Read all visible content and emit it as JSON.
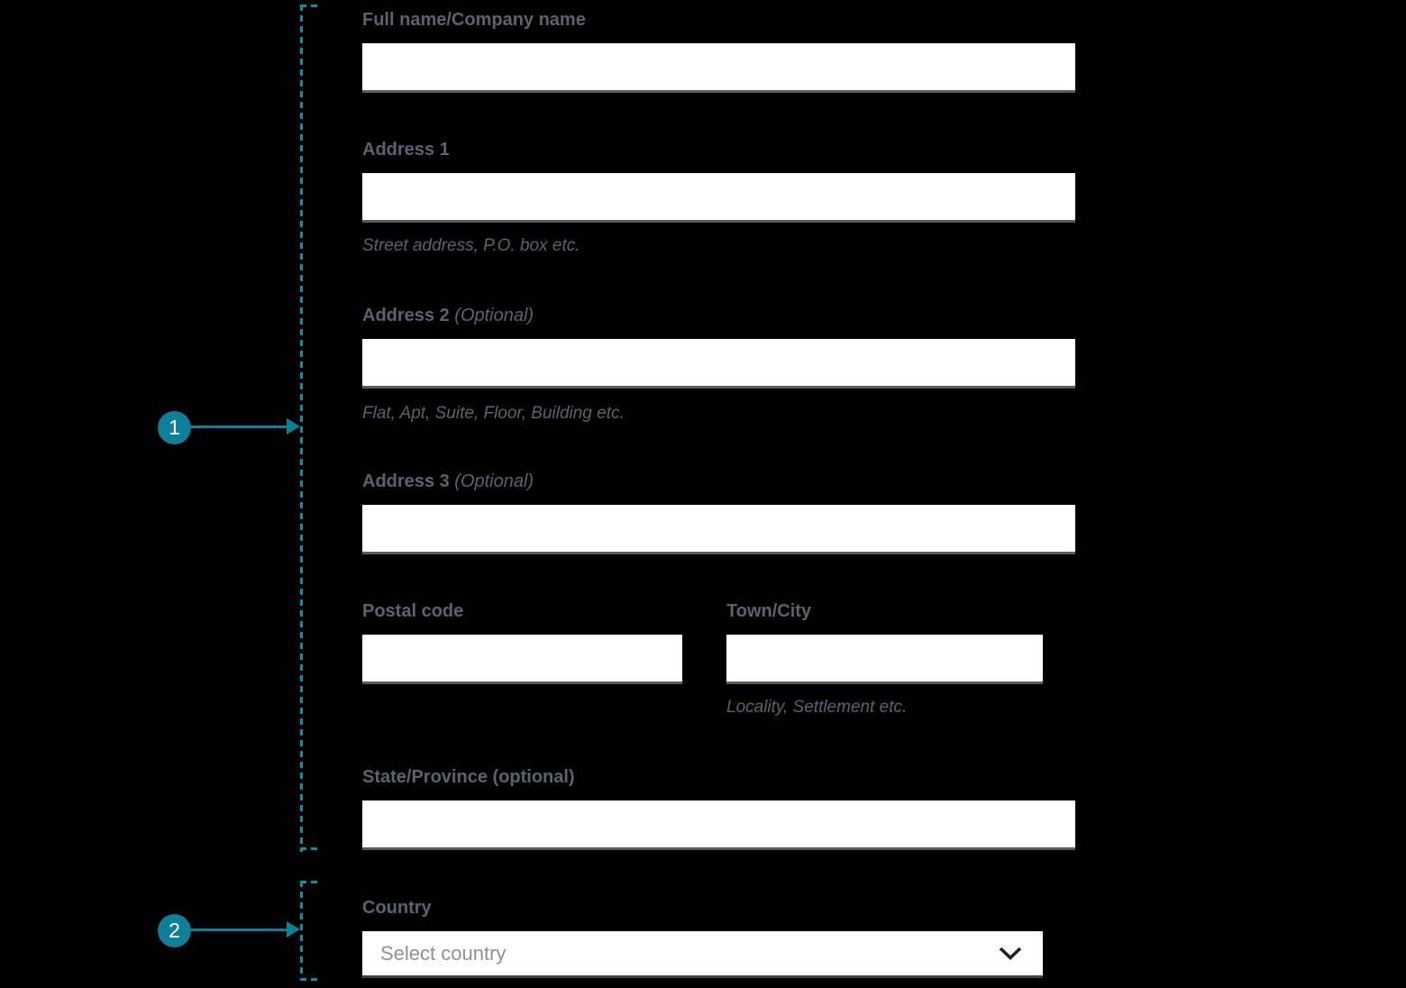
{
  "colors": {
    "background": "#000000",
    "accent_teal": "#0E7F98",
    "bracket_teal": "#1389A2",
    "label_text": "#5A6370",
    "input_underline": "#565A62",
    "field_background": "#FFFFFF",
    "select_placeholder_text": "#8B909B",
    "chevron": "#1E222A"
  },
  "annotations": {
    "steps": [
      {
        "number": "1"
      },
      {
        "number": "2"
      }
    ]
  },
  "form": {
    "full_name": {
      "label": "Full name/Company name",
      "value": ""
    },
    "address1": {
      "label": "Address 1",
      "value": "",
      "helper": "Street address, P.O. box etc."
    },
    "address2": {
      "label": "Address 2",
      "optional_suffix": "(Optional)",
      "value": "",
      "helper": "Flat, Apt, Suite, Floor, Building etc."
    },
    "address3": {
      "label": "Address 3",
      "optional_suffix": "(Optional)",
      "value": ""
    },
    "postal_code": {
      "label": "Postal code",
      "value": ""
    },
    "town_city": {
      "label": "Town/City",
      "value": "",
      "helper": "Locality, Settlement etc."
    },
    "state_province": {
      "label": "State/Province (optional)",
      "value": ""
    },
    "country": {
      "label": "Country",
      "selected_value": "Select country"
    }
  }
}
